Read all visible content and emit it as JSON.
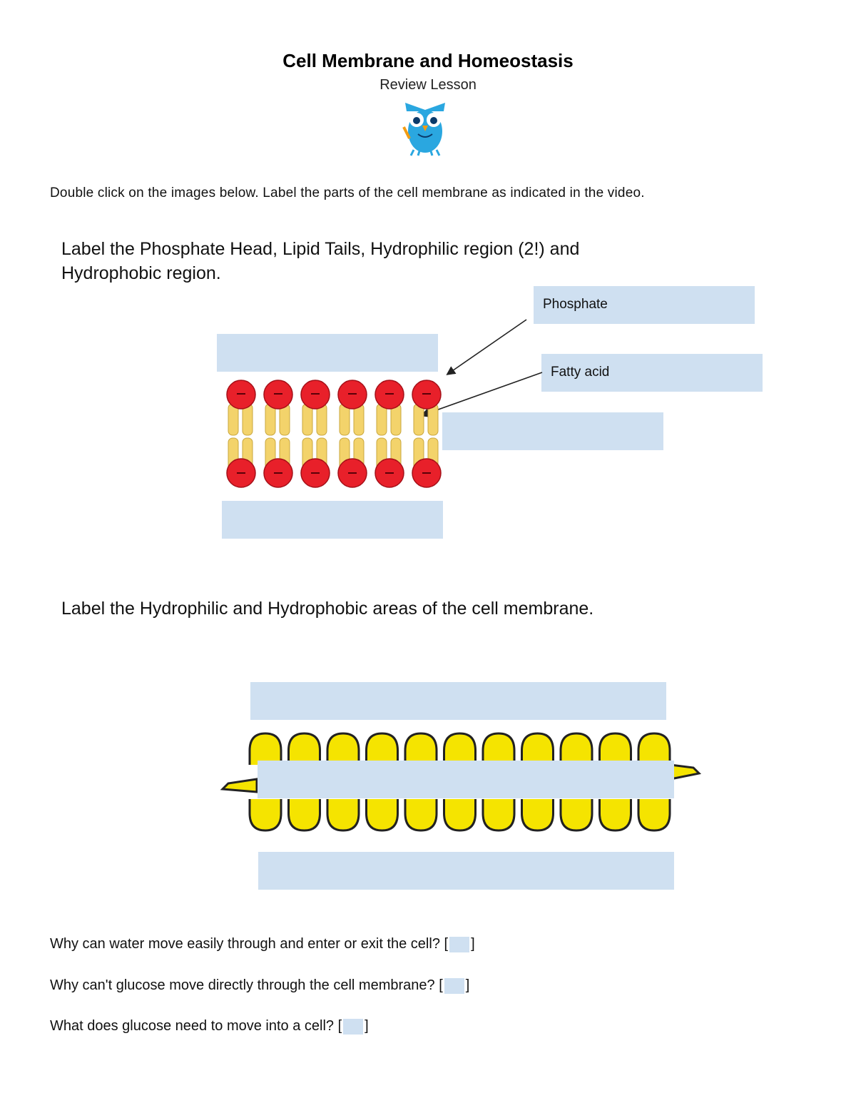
{
  "header": {
    "title": "Cell Membrane and Homeostasis",
    "subtitle": "Review Lesson",
    "logo_icon": "owl-mascot-icon"
  },
  "instruction": "Double click on the images below. Label the parts of the cell membrane as indicated in the video.",
  "section1": {
    "heading_line1": "Label the Phosphate Head, Lipid Tails, Hydrophilic region (2!) and",
    "heading_line2": "Hydrophobic region.",
    "phosphate_label": "Phosphate",
    "fatty_acid_label": "Fatty acid",
    "head_color": "#e8202a",
    "tail_color": "#f3d36b"
  },
  "section2": {
    "heading": "Label the Hydrophilic and Hydrophobic areas of the cell membrane.",
    "lipid_color": "#f5e400"
  },
  "questions": [
    {
      "text": "Why can water move easily through and enter or exit the cell?"
    },
    {
      "text": "Why can't glucose move directly through the cell membrane?"
    },
    {
      "text": "What does glucose need to move into a cell?"
    }
  ],
  "colors": {
    "blank_box": "#cfe0f1"
  }
}
